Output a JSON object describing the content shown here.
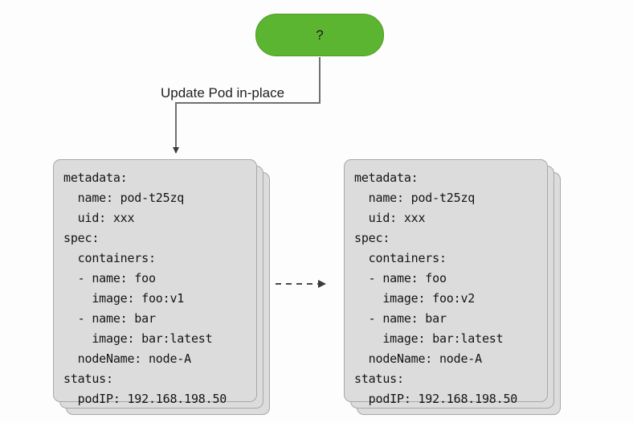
{
  "diagram": {
    "title_node": {
      "label": "?",
      "color": "#5cb531",
      "name": "question-node"
    },
    "edge": {
      "label": "Update Pod in-place",
      "style": "solid",
      "arrowhead": "filled-triangle",
      "color": "#545454"
    },
    "transition_arrow": {
      "style": "dashed",
      "arrowhead": "filled-triangle",
      "color": "#4a4a4a"
    },
    "pod_before": {
      "name": "pod-spec-before",
      "stack_count": 3,
      "fill": "#dcdcdc",
      "lines": [
        "metadata:",
        "  name: pod-t25zq",
        "  uid: xxx",
        "spec:",
        "  containers:",
        "  - name: foo",
        "    image: foo:v1",
        "  - name: bar",
        "    image: bar:latest",
        "  nodeName: node-A",
        "status:",
        "  podIP: 192.168.198.50"
      ]
    },
    "pod_after": {
      "name": "pod-spec-after",
      "stack_count": 3,
      "fill": "#dcdcdc",
      "lines": [
        "metadata:",
        "  name: pod-t25zq",
        "  uid: xxx",
        "spec:",
        "  containers:",
        "  - name: foo",
        "    image: foo:v2",
        "  - name: bar",
        "    image: bar:latest",
        "  nodeName: node-A",
        "status:",
        "  podIP: 192.168.198.50"
      ]
    }
  }
}
